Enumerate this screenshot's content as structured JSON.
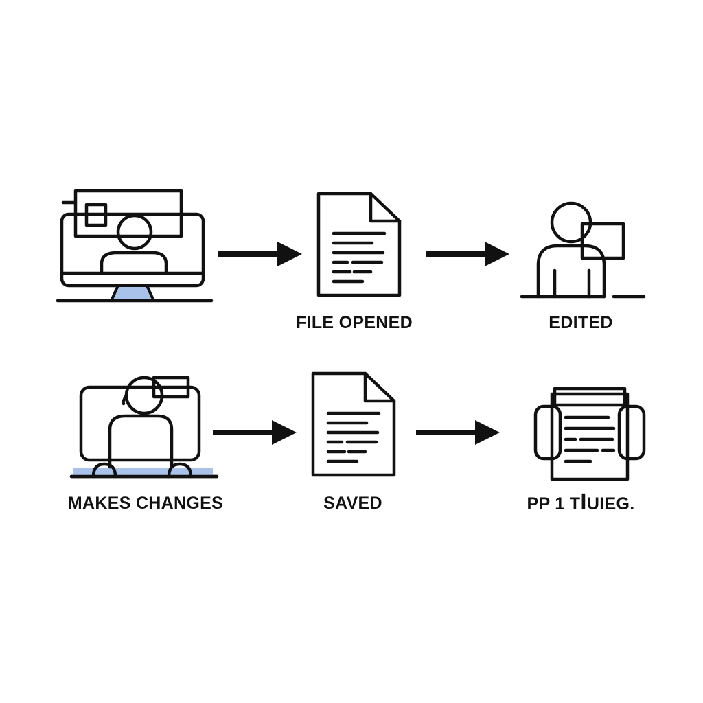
{
  "colors": {
    "ink": "#111111",
    "accent": "#a9c2ea",
    "background": "#ffffff"
  },
  "steps": [
    {
      "icon": "user-at-monitor-icon",
      "label": ""
    },
    {
      "icon": "document-icon",
      "label": "FILE OPENED"
    },
    {
      "icon": "person-with-panel-icon",
      "label": "EDITED"
    },
    {
      "icon": "user-at-desktop-icon",
      "label": "MAKES CHANGES"
    },
    {
      "icon": "document-icon",
      "label": "SAVED"
    },
    {
      "icon": "printer-document-icon",
      "label": "PP 1 TꟾUIEG."
    }
  ]
}
